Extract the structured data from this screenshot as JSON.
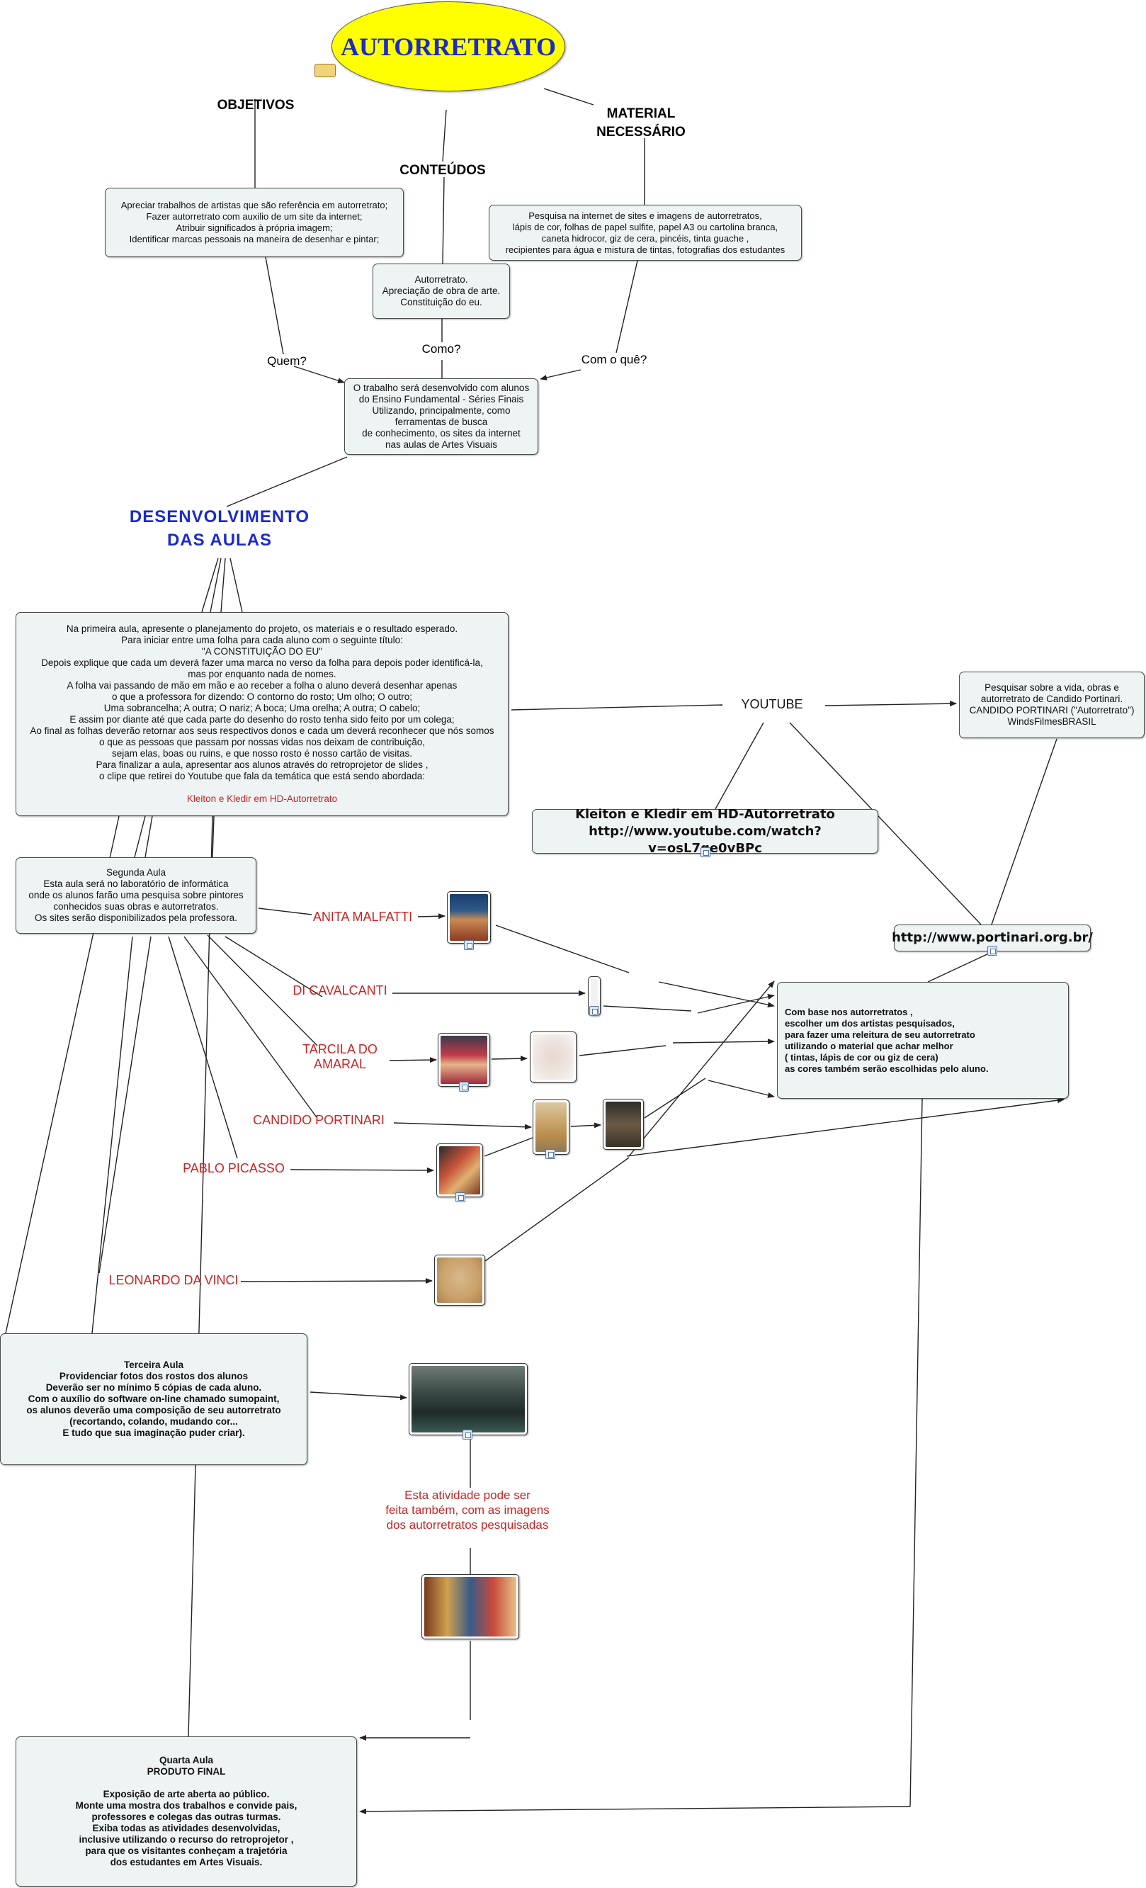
{
  "title": "AUTORRETRATO",
  "headers": {
    "objetivos": "OBJETIVOS",
    "conteudos": "CONTEÚDOS",
    "material": "MATERIAL\nNECESSÁRIO",
    "desenvolvimento": "DESENVOLVIMENTO\nDAS AULAS"
  },
  "questions": {
    "quem": "Quem?",
    "como": "Como?",
    "com_o_que": "Com o quê?"
  },
  "boxes": {
    "objetivos": "Apreciar trabalhos de artistas que são referência em autorretrato;\nFazer autorretrato com  auxilio de um site da internet;\nAtribuir significados à própria imagem;\nIdentificar marcas pessoais na maneira de desenhar e pintar;",
    "conteudos": "Autorretrato.\nApreciação de obra de arte.\nConstituição do eu.",
    "material": "Pesquisa na internet de sites e imagens de autorretratos,\nlápis de cor,  folhas de papel sulfite, papel  A3 ou cartolina branca,\ncaneta hidrocor, giz de cera, pincéis, tinta guache ,\nrecipientes para água e mistura de tintas, fotografias dos estudantes",
    "trabalho": "O trabalho será desenvolvido com alunos\ndo Ensino Fundamental - Séries Finais\nUtilizando, principalmente,  como\nferramentas de busca\nde conhecimento, os sites da internet\nnas aulas de Artes Visuais",
    "primeira_aula": "Na primeira aula, apresente o planejamento do projeto, os materiais e o resultado esperado.\nPara iniciar entre uma folha para cada aluno com o seguinte título:\n\"A CONSTITUIÇÃO DO EU\"\nDepois explique que cada um deverá fazer uma marca no verso da folha para depois poder identificá-la,\nmas por enquanto nada de nomes.\nA folha vai passando de mão em mão e ao receber a folha o aluno deverá desenhar apenas\no que a professora for dizendo: O contorno do rosto; Um olho; O outro;\nUma sobrancelha; A outra; O nariz; A boca; Uma orelha; A outra; O cabelo;\nE assim por diante até que cada parte do desenho do rosto tenha sido feito por um colega;\nAo final as folhas deverão retornar aos seus respectivos donos e cada um deverá reconhecer que nós somos\no que as pessoas que passam por nossas vidas nos deixam de contribuição,\nsejam elas, boas ou ruins,   e que nosso rosto é nosso cartão de visitas.\nPara finalizar a aula, apresentar aos alunos através do retroprojetor de slides ,\no clipe  que retirei do Youtube que fala da temática que está sendo abordada:",
    "primeira_aula_link": "Kleiton e Kledir em HD-Autorretrato",
    "youtube": "YOUTUBE",
    "pesquisar": "Pesquisar sobre a vida, obras  e\nautorretrato de Candido Portinari.\nCANDIDO PORTINARI (\"Autorretrato\")\nWindsFilmesBRASIL",
    "kleiton": "Kleiton e Kledir em HD-Autorretrato\nhttp://www.youtube.com/watch?v=osL7qe0vBPc",
    "portinari_url": "http://www.portinari.org.br/",
    "segunda_aula": "Segunda Aula\nEsta aula será no laboratório de informática\nonde os alunos farão uma pesquisa sobre pintores\nconhecidos  suas obras e autorretratos.\nOs sites serão disponibilizados pela professora.",
    "releitura": "Com base nos autorretratos ,\nescolher um dos artistas  pesquisados,\npara fazer uma releitura de seu autorretrato\nutilizando  o material  que achar melhor\n( tintas, lápis de cor ou giz de cera)\n as cores também serão escolhidas pelo aluno.",
    "terceira_aula": "Terceira Aula\nProvidenciar fotos dos rostos dos alunos\nDeverão ser no mínimo 5 cópias de cada aluno.\nCom o auxílio do software on-line chamado sumopaint,\nos alunos deverão uma composição de seu autorretrato\n(recortando, colando, mudando cor...\nE tudo que sua imaginação puder criar).",
    "atividade": "Esta atividade pode ser\nfeita também, com as imagens\ndos autorretratos pesquisadas",
    "quarta_aula": "Quarta Aula\nPRODUTO FINAL\n\nExposição de arte aberta ao público.\nMonte uma mostra  dos trabalhos e convide pais,\nprofessores  e colegas das outras turmas.\nExiba todas as atividades desenvolvidas,\ninclusive utilizando  o recurso do retroprojetor ,\npara que os visitantes conheçam a trajetória\ndos estudantes em Artes Visuais."
  },
  "artists": {
    "anita": "ANITA MALFATTI",
    "di": "DI CAVALCANTI",
    "tarcila": "TARCILA DO\nAMARAL",
    "portinari": "CANDIDO  PORTINARI",
    "picasso": "PABLO PICASSO",
    "davinci": "LEONARDO DA VINCI"
  },
  "colors": {
    "title_fill": "#ffff00",
    "title_text": "#1a2acc",
    "header_blue": "#1a2acc",
    "artist_red": "#cc2222",
    "box_fill": "#eef3f4",
    "line": "#222222"
  }
}
